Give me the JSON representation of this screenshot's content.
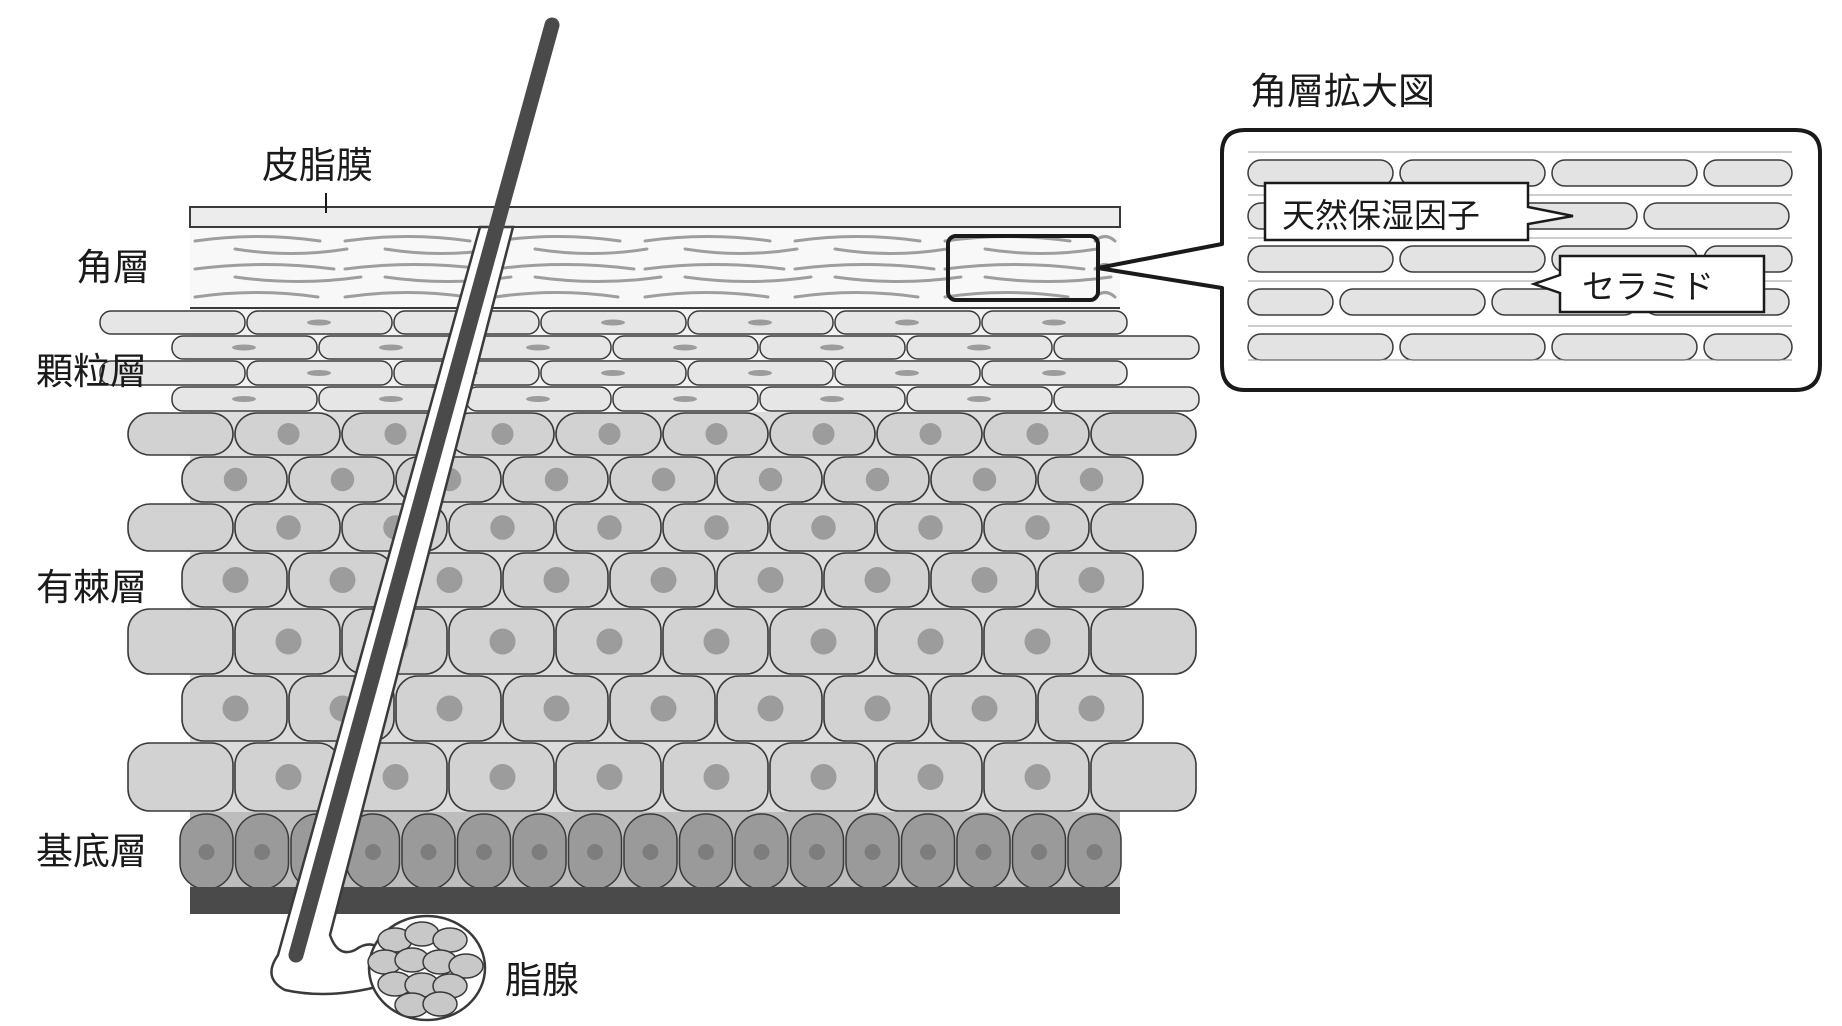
{
  "labels": {
    "sebum_film": "皮脂膜",
    "stratum_corneum": "角層",
    "stratum_granulosum": "顆粒層",
    "stratum_spinosum": "有棘層",
    "stratum_basale": "基底層",
    "sebaceous_gland": "脂腺",
    "magnified_title": "角層拡大図",
    "nmf": "天然保湿因子",
    "ceramide": "セラミド"
  },
  "colors": {
    "outline": "#3a3a3a",
    "hair": "#4a4a4a",
    "basal_cell": "#9a9a9a",
    "spinous_cell": "#d2d2d2",
    "granular_cell": "#e6e6e6",
    "nucleus": "#9c9c9c",
    "corneum_fiber": "#9e9e9e",
    "dermis_band": "#4a4a4a"
  }
}
